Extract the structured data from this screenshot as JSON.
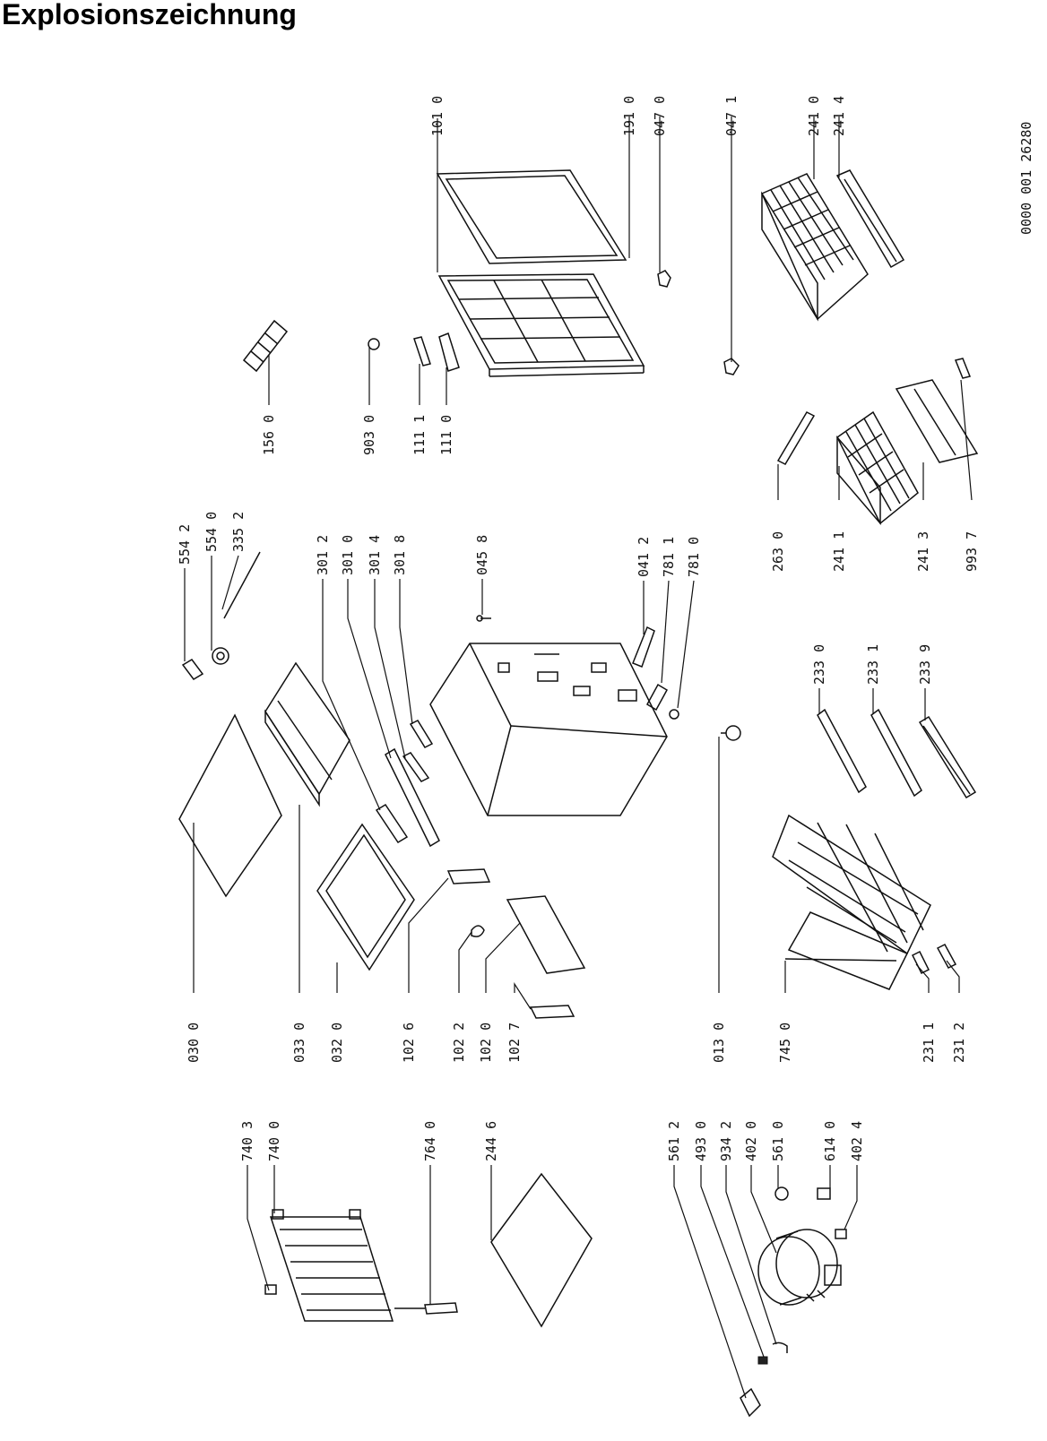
{
  "title": "Explosionszeichnung",
  "doc_number": "0000 001 26280",
  "labels": [
    {
      "id": "p1010",
      "text": "101 0"
    },
    {
      "id": "p1910",
      "text": "191 0"
    },
    {
      "id": "p0470",
      "text": "047 0"
    },
    {
      "id": "p0471",
      "text": "047 1"
    },
    {
      "id": "p2410",
      "text": "241 0"
    },
    {
      "id": "p2414",
      "text": "241 4"
    },
    {
      "id": "p1560",
      "text": "156 0"
    },
    {
      "id": "p9030",
      "text": "903 0"
    },
    {
      "id": "p1111",
      "text": "111 1"
    },
    {
      "id": "p1110",
      "text": "111 0"
    },
    {
      "id": "p2630",
      "text": "263 0"
    },
    {
      "id": "p2411",
      "text": "241 1"
    },
    {
      "id": "p2413",
      "text": "241 3"
    },
    {
      "id": "p9937",
      "text": "993 7"
    },
    {
      "id": "p5542",
      "text": "554 2"
    },
    {
      "id": "p5540",
      "text": "554 0"
    },
    {
      "id": "p3352",
      "text": "335 2"
    },
    {
      "id": "p3012",
      "text": "301 2"
    },
    {
      "id": "p3010",
      "text": "301 0"
    },
    {
      "id": "p3014",
      "text": "301 4"
    },
    {
      "id": "p3018",
      "text": "301 8"
    },
    {
      "id": "p0458",
      "text": "045 8"
    },
    {
      "id": "p0412",
      "text": "041 2"
    },
    {
      "id": "p7811",
      "text": "781 1"
    },
    {
      "id": "p7810",
      "text": "781 0"
    },
    {
      "id": "p2330",
      "text": "233 0"
    },
    {
      "id": "p2331",
      "text": "233 1"
    },
    {
      "id": "p2339",
      "text": "233 9"
    },
    {
      "id": "p0300",
      "text": "030 0"
    },
    {
      "id": "p0330",
      "text": "033 0"
    },
    {
      "id": "p0320",
      "text": "032 0"
    },
    {
      "id": "p1026",
      "text": "102 6"
    },
    {
      "id": "p1022",
      "text": "102 2"
    },
    {
      "id": "p1020",
      "text": "102 0"
    },
    {
      "id": "p1027",
      "text": "102 7"
    },
    {
      "id": "p0130",
      "text": "013 0"
    },
    {
      "id": "p7450",
      "text": "745 0"
    },
    {
      "id": "p2311",
      "text": "231 1"
    },
    {
      "id": "p2312",
      "text": "231 2"
    },
    {
      "id": "p7403",
      "text": "740 3"
    },
    {
      "id": "p7400",
      "text": "740 0"
    },
    {
      "id": "p7640",
      "text": "764 0"
    },
    {
      "id": "p2446",
      "text": "244 6"
    },
    {
      "id": "p5612",
      "text": "561 2"
    },
    {
      "id": "p4930",
      "text": "493 0"
    },
    {
      "id": "p9342",
      "text": "934 2"
    },
    {
      "id": "p4020",
      "text": "402 0"
    },
    {
      "id": "p5610",
      "text": "561 0"
    },
    {
      "id": "p6140",
      "text": "614 0"
    },
    {
      "id": "p4024",
      "text": "402 4"
    }
  ]
}
